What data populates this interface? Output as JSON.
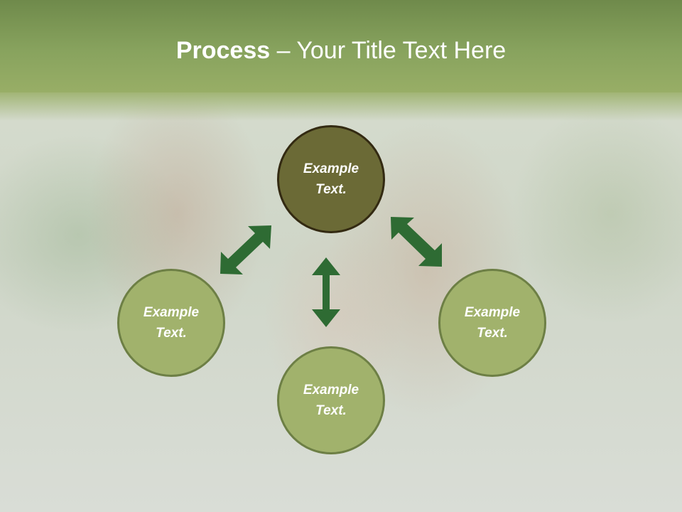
{
  "slide": {
    "title_bold": "Process",
    "title_rest": " – Your Title Text Here"
  },
  "nodes": [
    {
      "id": "top",
      "line1": "Example",
      "line2": "Text."
    },
    {
      "id": "left",
      "line1": "Example",
      "line2": "Text."
    },
    {
      "id": "bottom",
      "line1": "Example",
      "line2": "Text."
    },
    {
      "id": "right",
      "line1": "Example",
      "line2": "Text."
    }
  ],
  "colors": {
    "header": "#88a35e",
    "main_circle": "#6b6a36",
    "sub_circle": "#a1b26c",
    "arrow": "#2e6b33"
  },
  "arrows": [
    "double-arrow-top-left",
    "double-arrow-vertical",
    "double-arrow-top-right"
  ]
}
